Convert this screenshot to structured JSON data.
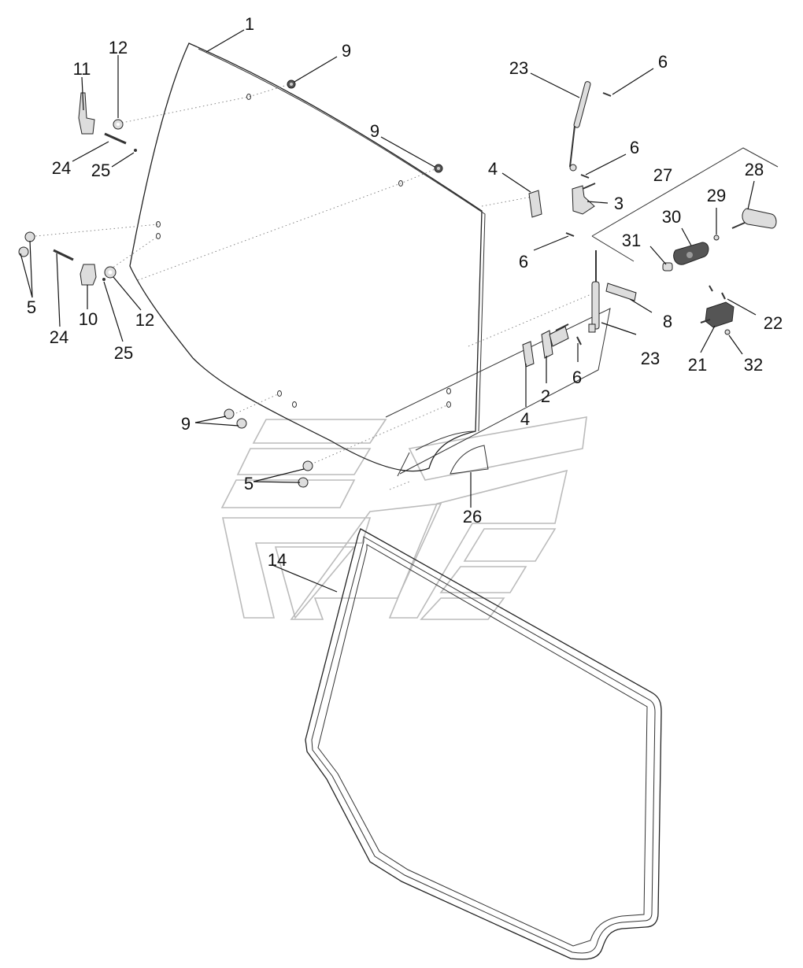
{
  "labels": {
    "l1": "1",
    "l2": "2",
    "l3": "3",
    "l4a": "4",
    "l4b": "4",
    "l5a": "5",
    "l5b": "5",
    "l6a": "6",
    "l6b": "6",
    "l6c": "6",
    "l6d": "6",
    "l8": "8",
    "l9a": "9",
    "l9b": "9",
    "l9c": "9",
    "l10": "10",
    "l11": "11",
    "l12a": "12",
    "l12b": "12",
    "l14": "14",
    "l21": "21",
    "l22": "22",
    "l23a": "23",
    "l23b": "23",
    "l24a": "24",
    "l24b": "24",
    "l25a": "25",
    "l25b": "25",
    "l26": "26",
    "l27": "27",
    "l28": "28",
    "l29": "29",
    "l30": "30",
    "l31": "31",
    "l32": "32"
  }
}
